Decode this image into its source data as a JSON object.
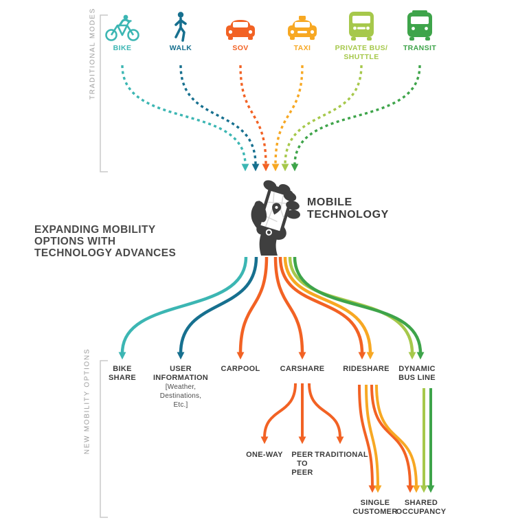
{
  "title": {
    "lines": [
      "EXPANDING MOBILITY",
      "OPTIONS WITH",
      "TECHNOLOGY ADVANCES"
    ]
  },
  "center": {
    "label_lines": [
      "MOBILE",
      "TECHNOLOGY"
    ],
    "icon": "hand-holding-phone-icon"
  },
  "traditional": {
    "section_label": "TRADITIONAL MODES",
    "modes": [
      {
        "name": "bike",
        "label": "BIKE",
        "color": "#3CB6B3",
        "icon": "bicycle-icon"
      },
      {
        "name": "walk",
        "label": "WALK",
        "color": "#17708F",
        "icon": "pedestrian-icon"
      },
      {
        "name": "sov",
        "label": "SOV",
        "color": "#F26224",
        "icon": "car-icon"
      },
      {
        "name": "taxi",
        "label": "TAXI",
        "color": "#F7A823",
        "icon": "taxi-icon"
      },
      {
        "name": "private-bus",
        "label": "PRIVATE BUS/",
        "label2": "SHUTTLE",
        "color": "#A6C84B",
        "icon": "shuttle-bus-icon"
      },
      {
        "name": "transit",
        "label": "TRANSIT",
        "color": "#3EA44A",
        "icon": "transit-bus-icon"
      }
    ]
  },
  "new_mobility": {
    "section_label": "NEW MOBILITY OPTIONS",
    "options": [
      {
        "name": "bike-share",
        "line1": "BIKE",
        "line2": "SHARE"
      },
      {
        "name": "user-information",
        "line1": "USER",
        "line2": "INFORMATION",
        "note1": "[Weather,",
        "note2": "Destinations,",
        "note3": "Etc.]"
      },
      {
        "name": "carpool",
        "line1": "CARPOOL"
      },
      {
        "name": "carshare",
        "line1": "CARSHARE"
      },
      {
        "name": "rideshare",
        "line1": "RIDESHARE"
      },
      {
        "name": "dynamic-bus-line",
        "line1": "DYNAMIC",
        "line2": "BUS LINE"
      }
    ],
    "carshare_types": [
      {
        "name": "one-way",
        "line1": "ONE-WAY"
      },
      {
        "name": "peer-to-peer",
        "line1": "PEER",
        "line2": "TO",
        "line3": "PEER"
      },
      {
        "name": "traditional",
        "line1": "TRADITIONAL"
      }
    ],
    "outcomes": [
      {
        "name": "single-customer",
        "line1": "SINGLE",
        "line2": "CUSTOMER"
      },
      {
        "name": "shared-occupancy",
        "line1": "SHARED",
        "line2": "OCCUPANCY"
      }
    ]
  },
  "colors": {
    "teal": "#3CB6B3",
    "dark_blue": "#17708F",
    "orange": "#F26224",
    "amber": "#F7A823",
    "light_green": "#A6C84B",
    "green": "#3EA44A",
    "dark_text": "#3B3B3B",
    "muted_label": "#9C9C9C",
    "bracket": "#C9C9C9",
    "icon_dark": "#3F3F3F"
  }
}
